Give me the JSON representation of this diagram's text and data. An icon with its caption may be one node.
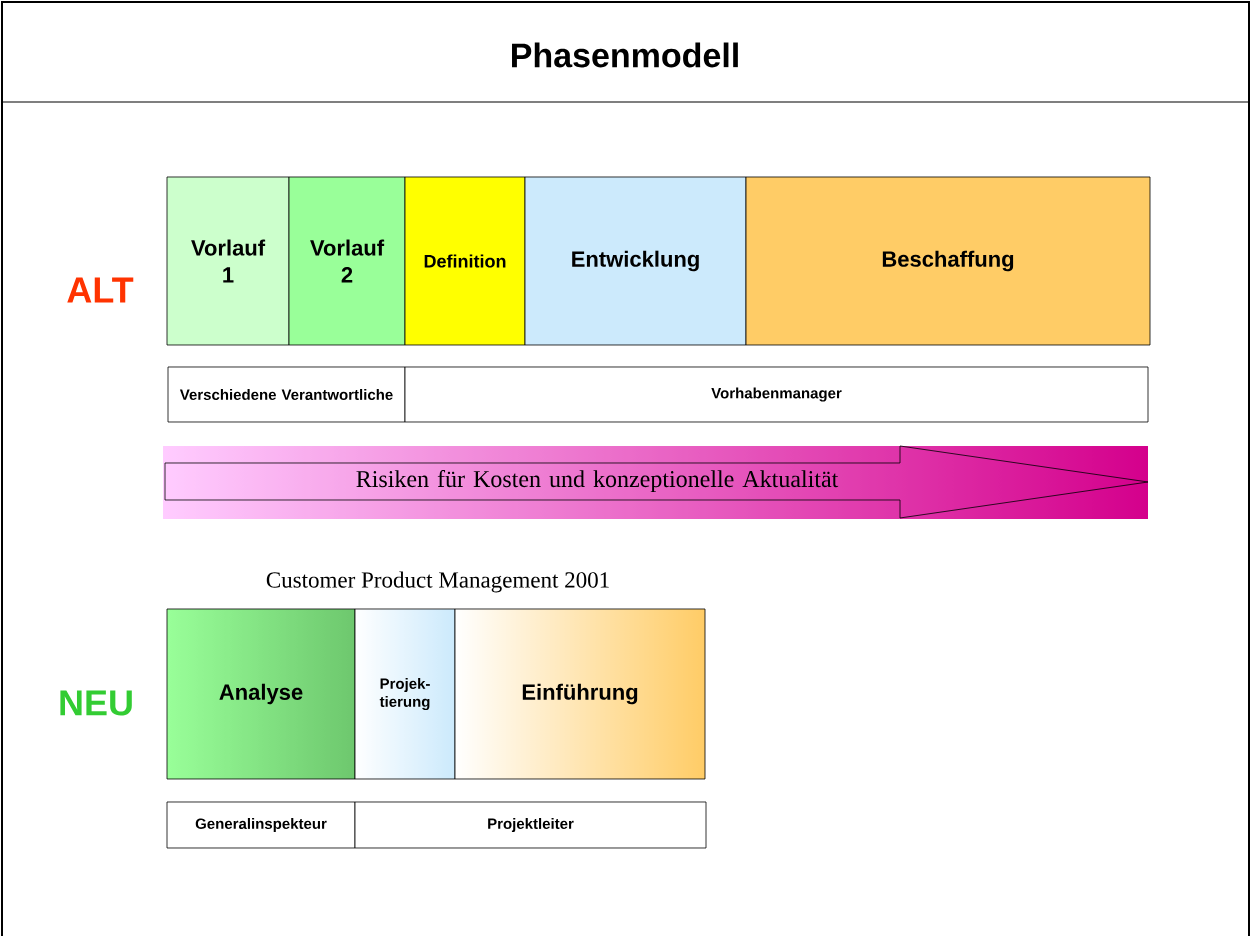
{
  "diagram": {
    "title": "Phasenmodell",
    "nodes": [
      {
        "text": [
          "Vorlauf 1"
        ]
      },
      {
        "text": [
          "Vorlauf 2"
        ]
      },
      {
        "text": [
          "Definition"
        ]
      },
      {
        "text": [
          "Entwicklung"
        ]
      },
      {
        "text": [
          "Beschaffung"
        ]
      },
      {
        "text": [
          "Verschiedene Verantwortliche"
        ]
      },
      {
        "text": [
          "Vorhabenmanager"
        ]
      },
      {
        "text": [
          "Risiken für Kosten und konzeptionelle Aktualität"
        ]
      },
      {
        "text": [
          "Analyse"
        ]
      },
      {
        "text": [
          "Projek- tierung"
        ]
      },
      {
        "text": [
          "Einführung"
        ]
      },
      {
        "text": [
          "Generalinspekteur"
        ]
      },
      {
        "text": [
          "Projektleiter"
        ]
      }
    ],
    "labels": [
      "ALT",
      "Customer Product Management 2001",
      "NEU"
    ]
  }
}
